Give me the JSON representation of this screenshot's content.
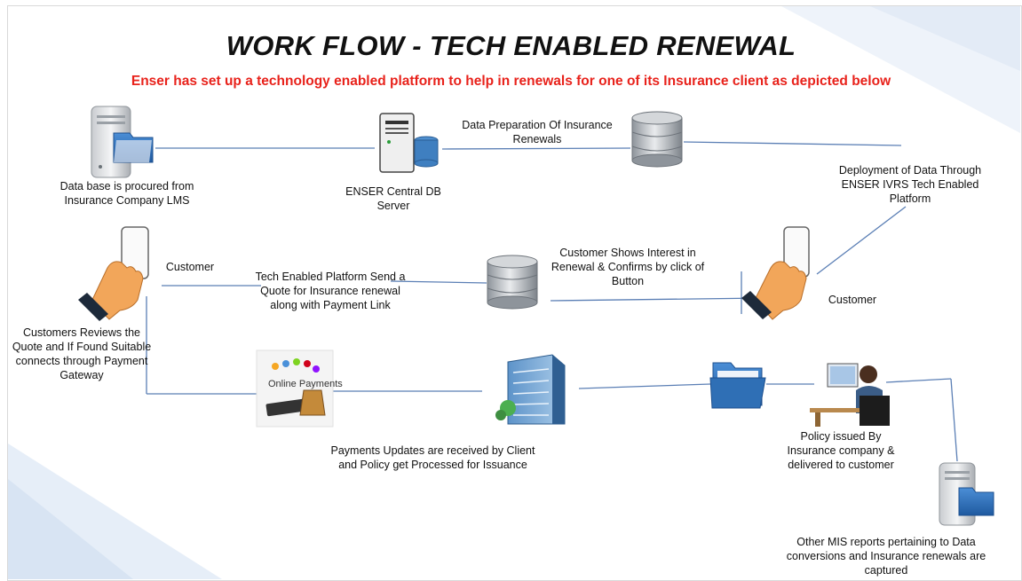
{
  "title": "WORK FLOW - TECH ENABLED RENEWAL",
  "subtitle": "Enser has set up a technology enabled platform to help in renewals for one of its  Insurance client as depicted  below",
  "icon_names": [
    "server-folder-icon",
    "db-server-icon",
    "database-icon",
    "hand-phone-icon",
    "online-payments-icon",
    "office-building-icon",
    "folder-icon",
    "office-worker-icon"
  ],
  "labels": {
    "database_source": "Data base is procured from Insurance Company  LMS",
    "central_server": "ENSER Central DB Server",
    "data_prep": "Data Preparation Of Insurance Renewals",
    "deployment": "Deployment of Data Through ENSER IVRS Tech Enabled Platform",
    "customer_left": "Customer",
    "tech_platform": "Tech Enabled Platform Send a Quote for Insurance renewal along with Payment Link",
    "customer_interest": "Customer Shows Interest in Renewal & Confirms by click of Button",
    "customer_right": "Customer",
    "customer_review": "Customers Reviews the Quote and If Found Suitable connects through Payment Gateway",
    "payments": "Payments Updates are received by Client and Policy get Processed for Issuance",
    "policy": "Policy issued By Insurance company & delivered to customer",
    "mis": "Other MIS  reports pertaining to Data conversions and Insurance renewals are captured"
  },
  "online_payments_text": "Online Payments",
  "colors": {
    "connector": "#5b7fb5",
    "title_red": "#e8221b",
    "folder_blue": "#2f6fb5"
  }
}
